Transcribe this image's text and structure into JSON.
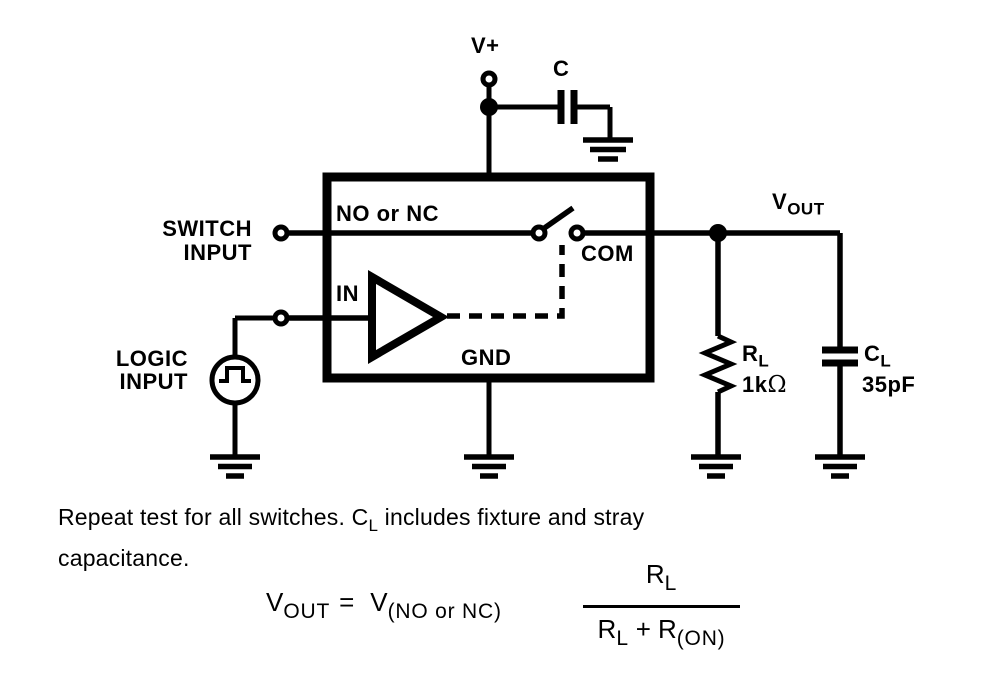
{
  "colors": {
    "ink": "#000000",
    "background": "#ffffff"
  },
  "diagram": {
    "supply_label": "V+",
    "bypass_cap_label": "C",
    "ic": {
      "pin_no_nc": "NO or NC",
      "pin_com": "COM",
      "pin_in": "IN",
      "pin_gnd": "GND"
    },
    "switch_input": {
      "line1": "SWITCH",
      "line2": "INPUT"
    },
    "logic_input": {
      "line1": "LOGIC",
      "line2": "INPUT"
    },
    "vout": {
      "base": "V",
      "sub": "OUT"
    },
    "rl": {
      "base": "R",
      "sub": "L",
      "value_num": "1k",
      "value_unit": "Ω"
    },
    "cl": {
      "base": "C",
      "sub": "L",
      "value": "35pF"
    }
  },
  "note": {
    "part1": "Repeat test for all switches. C",
    "part1_sub": "L",
    "part2": " includes fixture and stray",
    "line2": "capacitance."
  },
  "formula": {
    "lhs_base": "V",
    "lhs_sub": "OUT",
    "equals": "=",
    "rhs_base": "V",
    "rhs_sub": "(NO or NC)",
    "num_base": "R",
    "num_sub": "L",
    "den_r1_base": "R",
    "den_r1_sub": "L",
    "den_plus": "+",
    "den_r2_base": "R",
    "den_r2_sub": "(ON)"
  }
}
